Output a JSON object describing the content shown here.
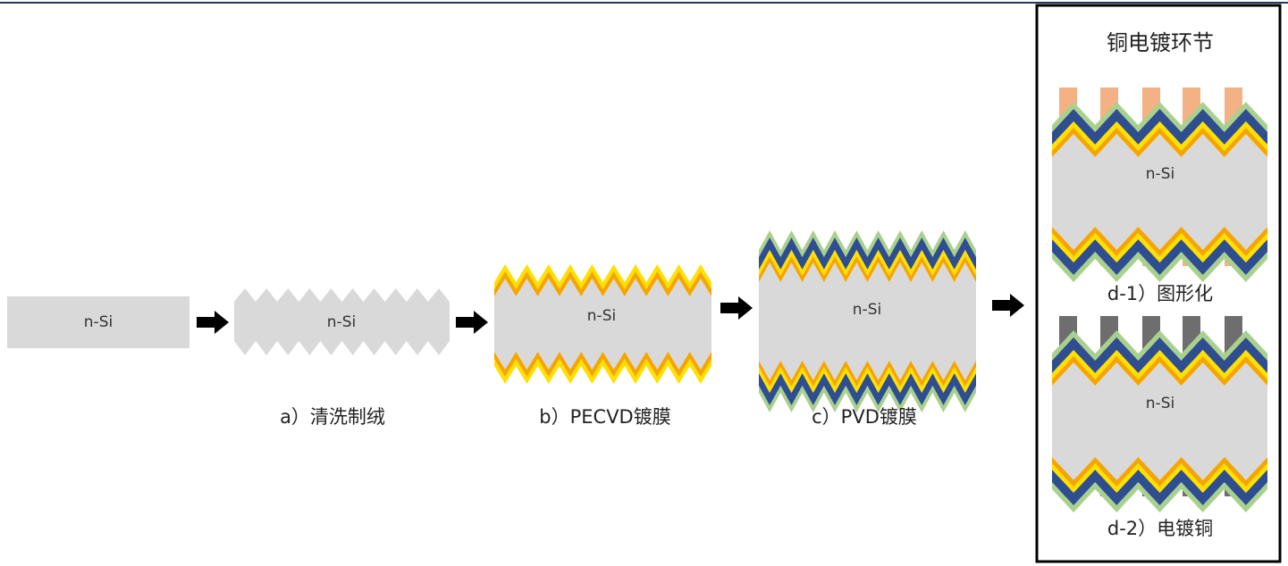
{
  "colors": {
    "top_rule": "#1f3b57",
    "silicon": "#d9d9d9",
    "layer_orange": "#f5a500",
    "layer_yellow": "#ffe000",
    "layer_blue": "#2e4e8f",
    "layer_green": "#a9d18e",
    "electrode_seed": "#f4b183",
    "electrode_copper": "#6e6e6e",
    "arrow": "#000000",
    "box_border": "#000000"
  },
  "steps": [
    {
      "substrate_label": "n-Si",
      "caption": ""
    },
    {
      "substrate_label": "n-Si",
      "caption": "a）清洗制绒"
    },
    {
      "substrate_label": "n-Si",
      "caption": "b）PECVD镀膜"
    },
    {
      "substrate_label": "n-Si",
      "caption": "c）PVD镀膜"
    }
  ],
  "copper_box": {
    "title": "铜电镀环节",
    "panels": [
      {
        "substrate_label": "n-Si",
        "caption": "d-1）图形化"
      },
      {
        "substrate_label": "n-Si",
        "caption": "d-2）电镀铜"
      }
    ]
  },
  "arrows": [
    {
      "icon": "right-arrow-icon"
    },
    {
      "icon": "right-arrow-icon"
    },
    {
      "icon": "right-arrow-icon"
    },
    {
      "icon": "right-arrow-icon"
    }
  ]
}
